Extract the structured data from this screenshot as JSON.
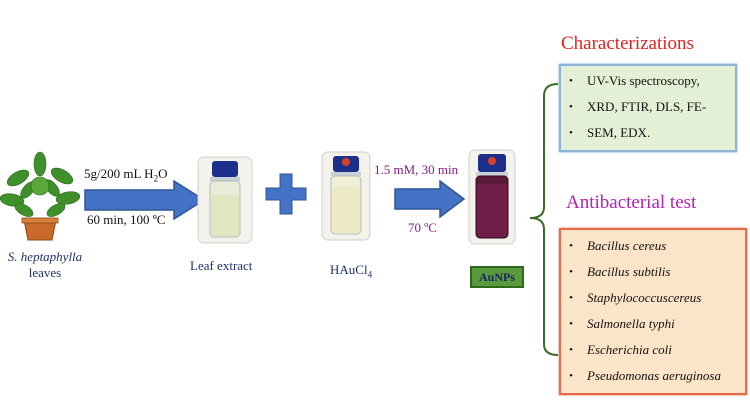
{
  "plant": {
    "name": "S. heptaphylla",
    "suffix": "leaves"
  },
  "step1": {
    "top": "5g/200  mL H",
    "top_sub": "2",
    "top_end": "O",
    "bottom": "60 min, 100  ºC"
  },
  "leaf_extract_label": "Leaf extract",
  "haucl_label": "HAuCl",
  "haucl_sub": "4",
  "step2": {
    "top": "1.5 mM, 30 min",
    "bottom": "70 ºC"
  },
  "product_label": "AuNPs",
  "characterizations": {
    "title": "Characterizations",
    "items": [
      "UV-Vis spectroscopy,",
      "XRD, FTIR, DLS, FE-",
      "SEM, EDX."
    ]
  },
  "antibacterial": {
    "title": "Antibacterial test",
    "items": [
      "Bacillus cereus",
      "Bacillus subtilis",
      "Staphylococcuscereus",
      "Salmonella typhi",
      "Escherichia coli",
      "Pseudomonas aeruginosa"
    ]
  },
  "colors": {
    "arrow_fill": "#4472c4",
    "arrow_stroke": "#2f5597",
    "plus": "#4472c4",
    "char_title": "#e8201c",
    "anti_title": "#b520b5",
    "brace": "#3a6b28"
  },
  "icons": [
    "plant-icon",
    "arrow-icon",
    "vial-icon",
    "plus-icon",
    "brace-icon"
  ]
}
